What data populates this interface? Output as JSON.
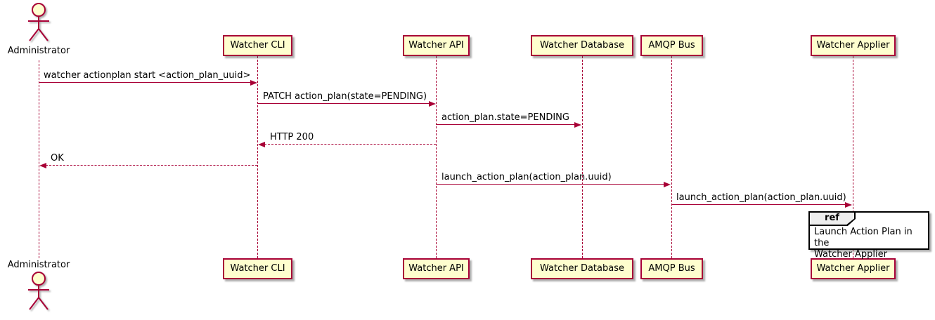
{
  "diagram": {
    "type": "plantuml-sequence",
    "colors": {
      "participant_fill": "#FEFECE",
      "participant_border": "#A80036",
      "arrow": "#A80036",
      "lifeline": "#A80036",
      "ref_border": "#000000",
      "ref_header_fill": "#EEEEEE",
      "text": "#000000"
    },
    "actor": {
      "name": "Administrator"
    },
    "participants": [
      {
        "label": "Watcher CLI"
      },
      {
        "label": "Watcher API"
      },
      {
        "label": "Watcher Database"
      },
      {
        "label": "AMQP Bus"
      },
      {
        "label": "Watcher Applier"
      }
    ],
    "messages": [
      {
        "from": "Administrator",
        "to": "Watcher CLI",
        "style": "solid",
        "label": "watcher actionplan start <action_plan_uuid>"
      },
      {
        "from": "Watcher CLI",
        "to": "Watcher API",
        "style": "solid",
        "label": "PATCH action_plan(state=PENDING)"
      },
      {
        "from": "Watcher API",
        "to": "Watcher Database",
        "style": "solid",
        "label": "action_plan.state=PENDING"
      },
      {
        "from": "Watcher API",
        "to": "Watcher CLI",
        "style": "dashed",
        "label": "HTTP 200"
      },
      {
        "from": "Watcher CLI",
        "to": "Administrator",
        "style": "dashed",
        "label": "OK"
      },
      {
        "from": "Watcher API",
        "to": "AMQP Bus",
        "style": "solid",
        "label": "launch_action_plan(action_plan.uuid)"
      },
      {
        "from": "AMQP Bus",
        "to": "Watcher Applier",
        "style": "solid",
        "label": "launch_action_plan(action_plan.uuid)"
      }
    ],
    "ref": {
      "keyword": "ref",
      "text": "Launch Action Plan in the\nWatcher Applier"
    }
  }
}
